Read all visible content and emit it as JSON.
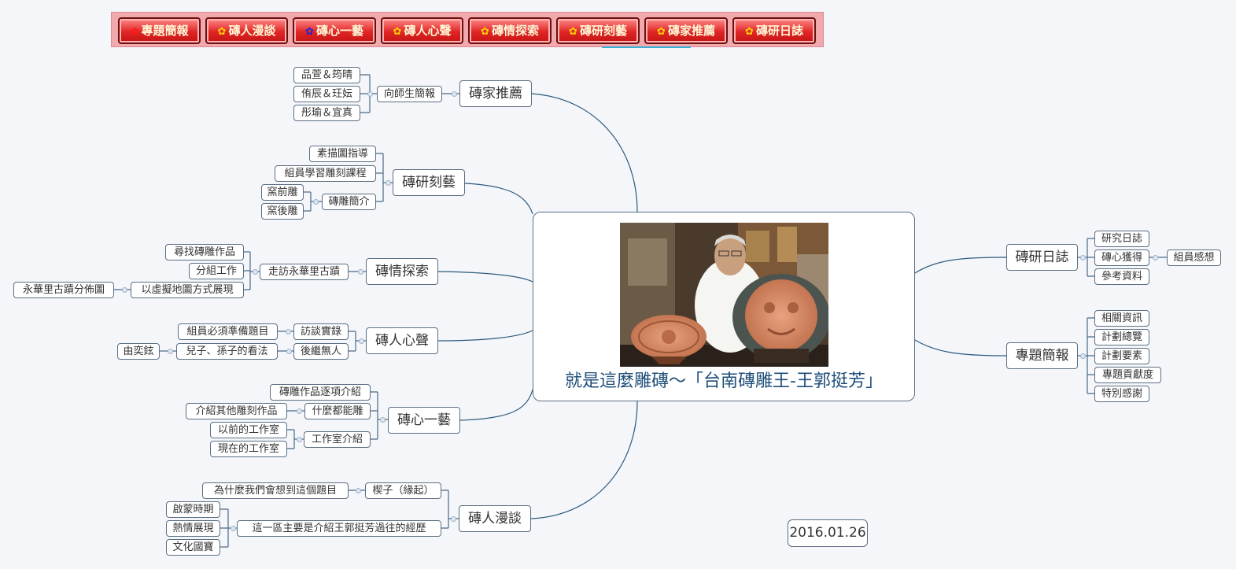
{
  "nav": [
    {
      "label": "專題簡報",
      "icon": "star-flower-icon",
      "icon_color": "#ff1a1a"
    },
    {
      "label": "磚人漫談",
      "icon": "star-flower-icon",
      "icon_color": "#ffd200"
    },
    {
      "label": "磚心一藝",
      "icon": "star-flower-icon",
      "icon_color": "#1b2ad6"
    },
    {
      "label": "磚人心聲",
      "icon": "star-flower-icon",
      "icon_color": "#ffd200"
    },
    {
      "label": "磚情探索",
      "icon": "star-flower-icon",
      "icon_color": "#ffd200"
    },
    {
      "label": "磚研刻藝",
      "icon": "star-flower-icon",
      "icon_color": "#ffd200"
    },
    {
      "label": "磚家推薦",
      "icon": "star-flower-icon",
      "icon_color": "#ffd200"
    },
    {
      "label": "磚研日誌",
      "icon": "star-flower-icon",
      "icon_color": "#ffd200"
    }
  ],
  "central": {
    "title": "就是這麼雕磚～「台南磚雕王-王郭挺芳」"
  },
  "date": "2016.01.26",
  "nodes": {
    "zhuanjia": "磚家推薦",
    "xiangshi": "向師生簡報",
    "pinxuan": "品萱＆筠晴",
    "yuchen": "侑辰＆玨妘",
    "tongyu": "彤瑜＆宜真",
    "keyi": "磚研刻藝",
    "sumiao": "素描圖指導",
    "zuyuan": "組員學習雕刻課程",
    "zhuandiao": "磚雕簡介",
    "yaoqian": "窯前雕",
    "yaohou": "窯後雕",
    "tansuo": "磚情探索",
    "zoufang": "走訪永華里古蹟",
    "xunzhao": "尋找磚雕作品",
    "fenzu": "分組工作",
    "xuni": "以虛擬地圖方式展現",
    "yonghua": "永華里古蹟分佈圖",
    "xinsheng": "磚人心聲",
    "fangtan": "訪談實錄",
    "bixu": "組員必須準備題目",
    "houji": "後繼無人",
    "erzi": "兒子、孫子的看法",
    "youyi": "由奕鉉",
    "yiyi": "磚心一藝",
    "zuopin": "磚雕作品逐項介紹",
    "shenme": "什麼都能雕",
    "qita": "介紹其他雕刻作品",
    "gongzuo": "工作室介紹",
    "yiqian": "以前的工作室",
    "xianzai": "現在的工作室",
    "mantan": "磚人漫談",
    "xiezi": "楔子（緣起）",
    "weishenme": "為什麼我們會想到這個題目",
    "jieshao": "這一區主要是介紹王郭挺芳過往的經歷",
    "qimeng": "啟蒙時期",
    "reqing": "熱情展現",
    "wenhua": "文化國寶",
    "rizhi": "磚研日誌",
    "yanjiu": "研究日誌",
    "huode": "磚心獲得",
    "cankao": "參考資料",
    "ganxiang": "組員感想",
    "jianbao": "專題簡報",
    "xiangguan": "相關資訊",
    "zonglan": "計劃總覽",
    "yaosu": "計劃要素",
    "gongxian": "專題貢獻度",
    "tebie": "特別感謝"
  }
}
